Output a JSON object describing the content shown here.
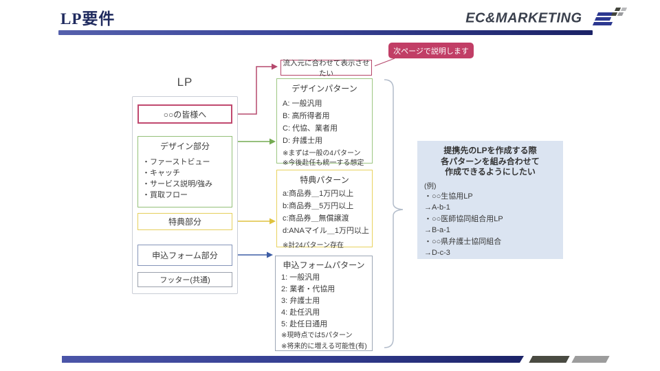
{
  "header": {
    "title": "LP要件",
    "logo_text": "EC&MARKETING"
  },
  "lp_column": {
    "label": "LP",
    "greeting_box": "○○の皆様へ",
    "design_box": {
      "title": "デザイン部分",
      "items": [
        "・ファーストビュー",
        "・キャッチ",
        "・サービス説明/強み",
        "・買取フロー"
      ]
    },
    "benefit_box": "特典部分",
    "form_box": "申込フォーム部分",
    "footer_box": "フッター(共通)"
  },
  "callout": "次ページで説明します",
  "inflow_box": "流入元に合わせて表示させたい",
  "design_pattern": {
    "title": "デザインパターン",
    "items": [
      "A: 一般汎用",
      "B: 高所得者用",
      "C: 代協、業者用",
      "D: 弁護士用"
    ],
    "notes": [
      "※まずは一般の4パターン",
      "※今後赴任も統一する想定"
    ]
  },
  "benefit_pattern": {
    "title": "特典パターン",
    "items": [
      "a:商品券＿1万円以上",
      "b:商品券＿5万円以上",
      "c:商品券＿無償譲渡",
      "d:ANAマイル＿1万円以上"
    ],
    "notes": [
      "※計24パターン存在"
    ]
  },
  "form_pattern": {
    "title": "申込フォームパターン",
    "items": [
      "1: 一般汎用",
      "2: 業者・代協用",
      "3: 弁護士用",
      "4: 赴任汎用",
      "5: 赴任日通用"
    ],
    "notes": [
      "※現時点では5パターン",
      "※将来的に増える可能性(有)"
    ]
  },
  "request_box": {
    "title_lines": [
      "提携先のLPを作成する際",
      "各パターンを組み合わせて",
      "作成できるようにしたい"
    ],
    "example_label": "(例)",
    "examples": [
      "・○○生協用LP",
      "→A-b-1",
      "・○○医師協同組合用LP",
      "→B-a-1",
      "・○○県弁護士協同組合",
      "→D-c-3"
    ]
  },
  "colors": {
    "title_navy": "#1f2a5e",
    "crimson_accent": "#c13e66",
    "green_accent": "#93c078",
    "yellow_accent": "#e5cf5a",
    "blue_accent": "#3d5da5",
    "light_blue_fill": "#dbe4f1",
    "brace_gray": "#b2bcca"
  }
}
